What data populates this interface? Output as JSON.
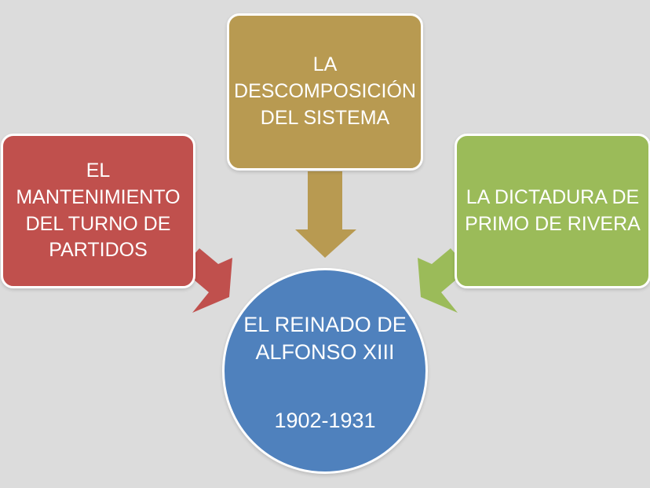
{
  "nodes": {
    "left": {
      "text": "EL MANTENIMIENTO DEL TURNO DE PARTIDOS",
      "color": "#c0504d"
    },
    "top": {
      "text": "LA DESCOMPOSICIÓN DEL SISTEMA",
      "color": "#b89a51"
    },
    "right": {
      "text": "LA DICTADURA DE PRIMO DE RIVERA",
      "color": "#9bbb59"
    },
    "center": {
      "text": "EL REINADO DE ALFONSO XIII",
      "years": "1902-1931",
      "color": "#4f81bd"
    }
  },
  "background": "#dcdcdc"
}
